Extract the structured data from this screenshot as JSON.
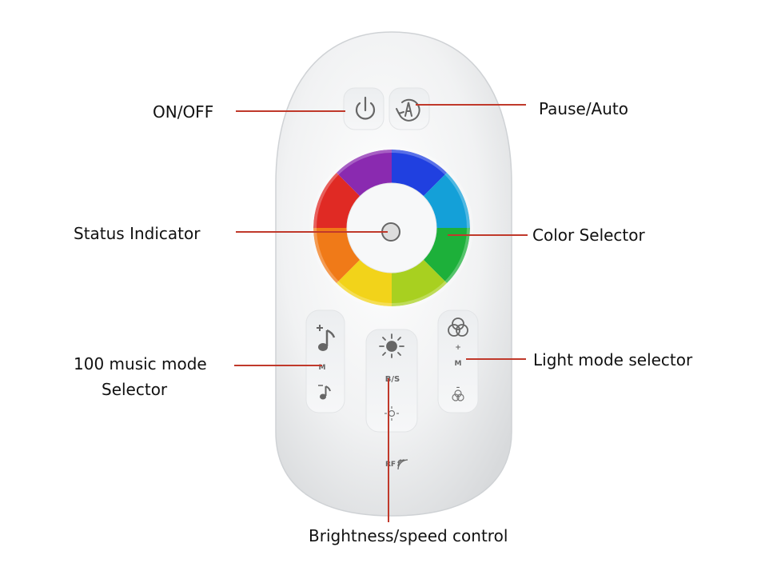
{
  "labels": {
    "on_off": "ON/OFF",
    "pause_auto": "Pause/Auto",
    "status_indicator": "Status Indicator",
    "color_selector": "Color Selector",
    "music_mode_line1": "100 music mode",
    "music_mode_line2": "Selector",
    "light_mode_selector": "Light mode selector",
    "brightness_speed": "Brightness/speed control"
  },
  "remote_text": {
    "music_m": "M",
    "light_m": "M",
    "bs": "B/S",
    "rf": "RF",
    "plus_light": "+",
    "minus_light": "–"
  },
  "colors": {
    "leader_line": "#c0392b",
    "remote_body": "#f2f3f4",
    "icon_gray": "#666666"
  }
}
